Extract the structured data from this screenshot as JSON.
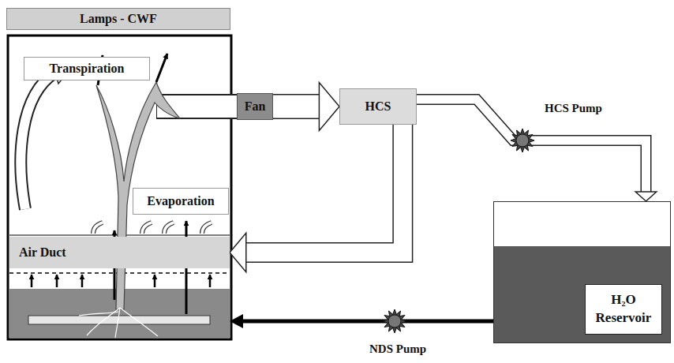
{
  "diagram": {
    "nodes": [
      {
        "text": [
          "Lamps - CWF"
        ]
      },
      {
        "text": [
          "Transpiration"
        ]
      },
      {
        "text": [
          "Fan"
        ]
      },
      {
        "text": [
          "HCS"
        ]
      },
      {
        "text": [
          "Evaporation"
        ]
      },
      {
        "text": [
          "Air Duct"
        ]
      },
      {
        "text": [
          "H₂O Reservoir"
        ]
      }
    ],
    "edges": [
      {
        "from": 2,
        "to": 3,
        "arrow": "to"
      },
      {
        "from": 3,
        "to": 5,
        "arrow": "to"
      },
      {
        "from": 3,
        "to": 6,
        "arrow": "to"
      }
    ],
    "labels": [
      "HCS Pump",
      "NDS Pump"
    ]
  }
}
